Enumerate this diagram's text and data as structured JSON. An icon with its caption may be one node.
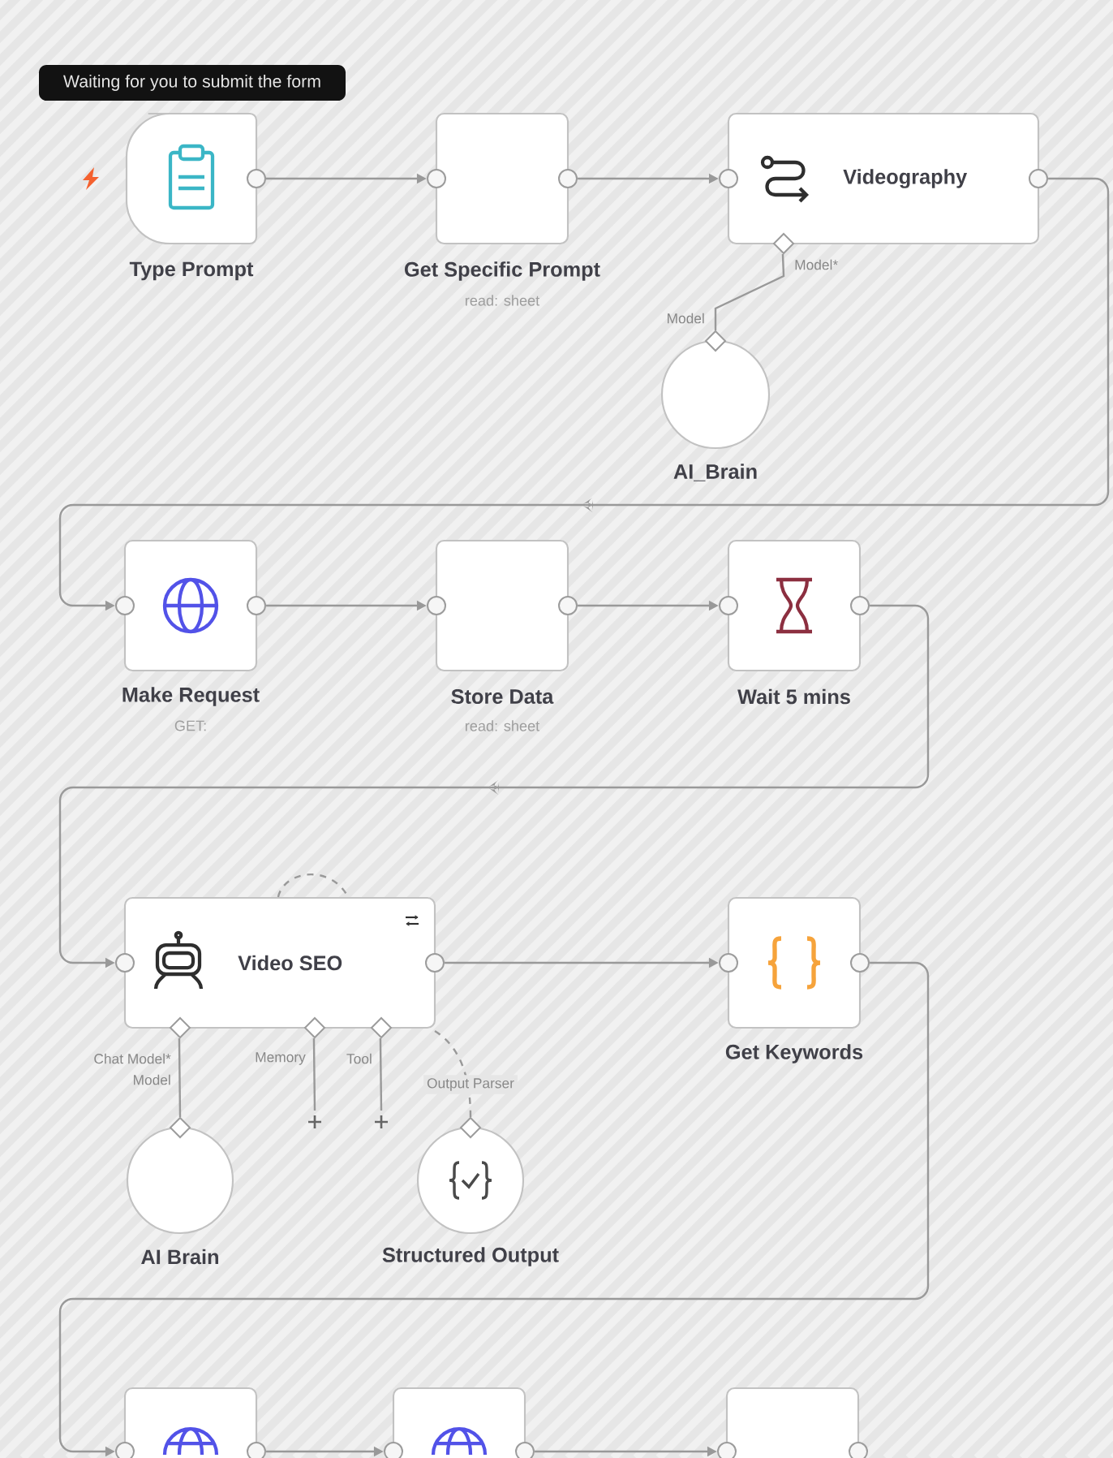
{
  "diagram": {
    "nodes": [
      {
        "text": [
          "Waiting for you to submit the form"
        ]
      },
      {
        "text": [
          "Type Prompt"
        ]
      },
      {
        "text": [
          "Get Specific Prompt",
          "read: sheet"
        ]
      },
      {
        "text": [
          "Videography"
        ],
        "beside": [
          "Model*"
        ]
      },
      {
        "text": [
          "AI_Brain"
        ],
        "beside": [
          "Model"
        ]
      },
      {
        "text": [
          "Make Request",
          "GET:"
        ]
      },
      {
        "text": [
          "Store Data",
          "read: sheet"
        ]
      },
      {
        "text": [
          "Wait 5 mins"
        ]
      },
      {
        "text": [
          "Video SEO"
        ],
        "beside": [
          "Chat Model*",
          "Memory",
          "Tool"
        ]
      },
      {
        "text": [
          "Get Keywords"
        ]
      },
      {
        "text": [
          "AI Brain"
        ],
        "beside": [
          "Model"
        ]
      },
      {
        "text": [
          "Structured Output"
        ]
      },
      {
        "text": [],
        "shape": "box"
      },
      {
        "text": [],
        "shape": "box"
      },
      {
        "text": [],
        "shape": "box"
      }
    ],
    "edges": [
      {
        "from": 1,
        "to": 2,
        "arrow": "to"
      },
      {
        "from": 2,
        "to": 3,
        "arrow": "to"
      },
      {
        "from": 3,
        "to": 5,
        "arrow": "to"
      },
      {
        "from": 4,
        "to": 3,
        "arrow": "none"
      },
      {
        "from": 5,
        "to": 6,
        "arrow": "to"
      },
      {
        "from": 6,
        "to": 7,
        "arrow": "to"
      },
      {
        "from": 7,
        "to": 8,
        "arrow": "to"
      },
      {
        "from": 8,
        "to": 9,
        "arrow": "to"
      },
      {
        "from": 10,
        "to": 8,
        "arrow": "none"
      },
      {
        "from": 8,
        "to": null,
        "arrow": "none"
      },
      {
        "from": 8,
        "to": null,
        "arrow": "none"
      },
      {
        "from": 11,
        "to": 8,
        "arrow": "none",
        "style": "dashed",
        "label": "Output Parser"
      },
      {
        "from": 9,
        "to": 12,
        "arrow": "to"
      },
      {
        "from": 12,
        "to": 13,
        "arrow": "to"
      },
      {
        "from": 13,
        "to": 14,
        "arrow": "to"
      },
      {
        "from": 8,
        "to": 8,
        "arrow": "none",
        "style": "dashed"
      }
    ]
  }
}
